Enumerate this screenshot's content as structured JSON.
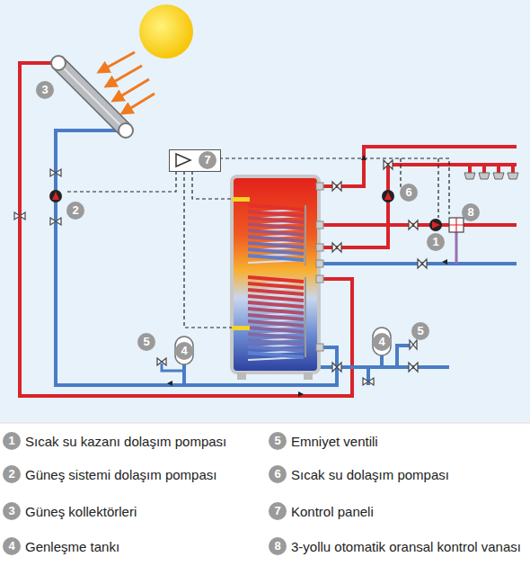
{
  "diagram": {
    "nodes": [
      {
        "text": [
          "7"
        ]
      }
    ],
    "labels": [
      "3",
      "2",
      "6",
      "8",
      "1",
      "5",
      "4",
      "4",
      "5",
      "1",
      "2",
      "3",
      "4",
      "5",
      "6",
      "7",
      "8"
    ],
    "legend": [
      {
        "text": "Sıcak su kazanı dolaşım pompası"
      },
      {
        "text": "Güneş sistemi dolaşım pompası"
      },
      {
        "text": "Güneş kollektörleri"
      },
      {
        "text": "Genleşme tankı"
      },
      {
        "text": "Emniyet ventili"
      },
      {
        "text": "Sıcak su dolaşım pompası"
      },
      {
        "text": "Kontrol paneli"
      },
      {
        "text": "3-yollu otomatik oransal kontrol vanası"
      }
    ]
  }
}
